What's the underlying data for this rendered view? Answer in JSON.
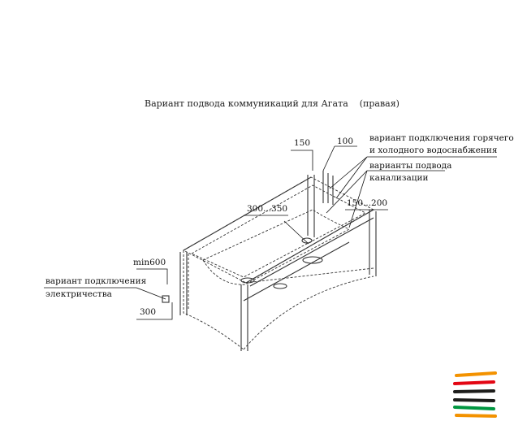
{
  "title": "Вариант подвода коммуникаций для Агата    (правая)",
  "labels": {
    "dim_150": "150",
    "dim_100": "100",
    "water_line1": "вариант подключения горячего",
    "water_line2": "и холодного водоснабжения",
    "drain_line1": "варианты подвода",
    "drain_line2": "канализации",
    "dim_150_200": "150...200",
    "dim_300_350": "300...350",
    "dim_min600": "min600",
    "elec_line1": "вариант подключения",
    "elec_line2": "электричества",
    "dim_300": "300"
  },
  "colors": {
    "line": "#333333",
    "logo_orange": "#f39200",
    "logo_red": "#e30613",
    "logo_black": "#1d1d1b",
    "logo_green": "#009640"
  }
}
